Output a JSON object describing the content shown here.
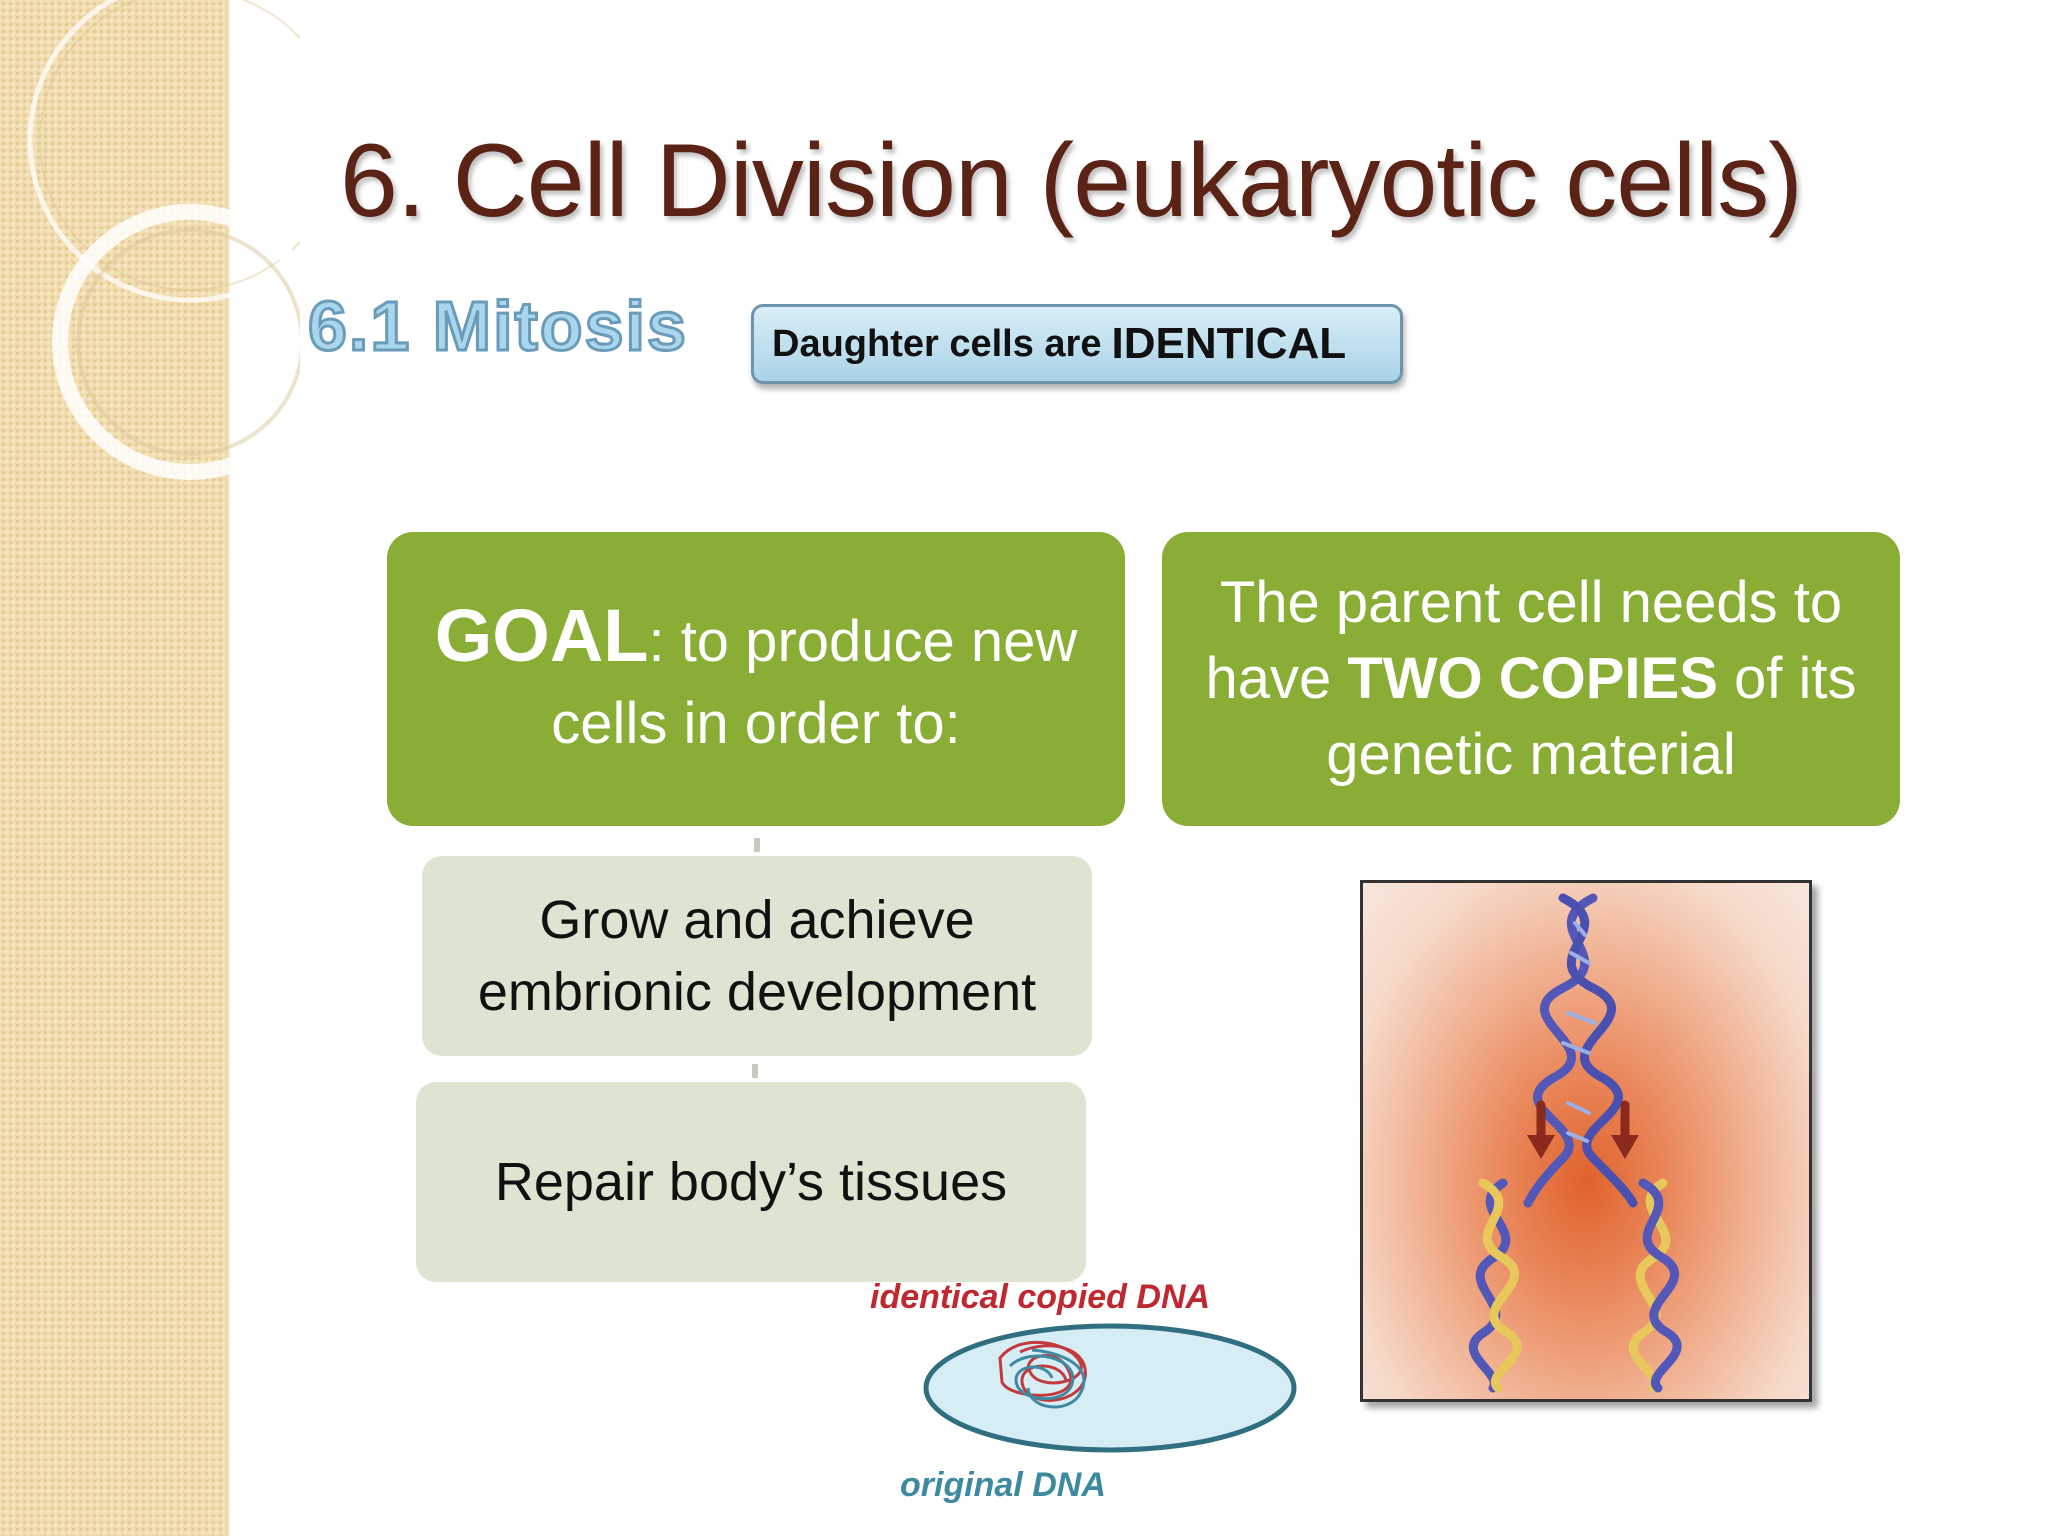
{
  "slide": {
    "title": "6. Cell Division (eukaryotic cells)",
    "subtitle": "6.1 Mitosis"
  },
  "callout": {
    "prefix": "Daughter cells are",
    "emphasis": "IDENTICAL"
  },
  "goal_box": {
    "keyword": "GOAL",
    "line1_rest": ": to produce new",
    "line2": "cells in order to:"
  },
  "sub_items": [
    {
      "line1": "Grow and achieve",
      "line2": "embrionic development"
    },
    {
      "line1": "Repair body’s tissues"
    }
  ],
  "parent_box": {
    "line1": "The parent cell needs to",
    "line2_pre": "have ",
    "line2_bold": "TWO COPIES",
    "line2_post": " of its",
    "line3": "genetic material"
  },
  "diagram": {
    "label_top": "identical copied DNA",
    "label_bottom": "original DNA"
  },
  "colors": {
    "title": "#5b2315",
    "green_box": "#8aad35",
    "sub_box": "#dde5d2",
    "label_red": "#c0282f",
    "label_teal": "#3d8aa0"
  }
}
